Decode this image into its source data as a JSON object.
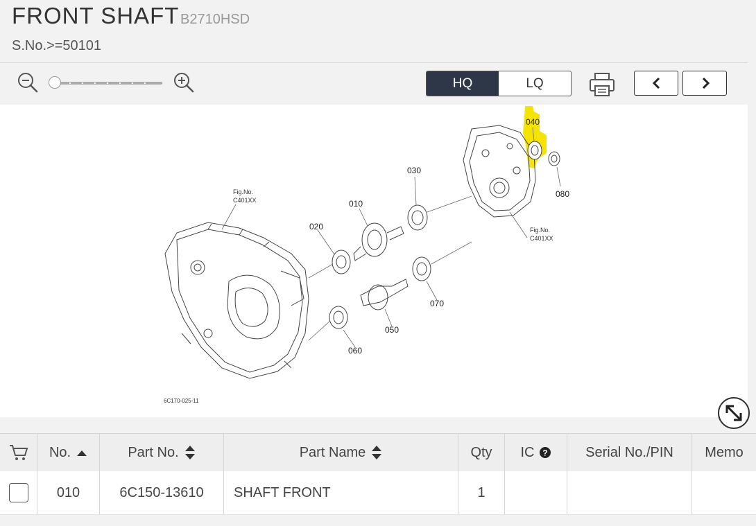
{
  "header": {
    "title": "FRONT SHAFT",
    "model": "B2710HSD",
    "serial": "S.No.>=50101"
  },
  "toolbar": {
    "zoom_level": 0,
    "quality_options": [
      "HQ",
      "LQ"
    ],
    "selected_quality": "HQ"
  },
  "diagram": {
    "figure_code": "6C170-025-11",
    "callouts": [
      "010",
      "020",
      "030",
      "040",
      "050",
      "060",
      "070",
      "080"
    ],
    "highlighted": "040",
    "fig_ref_label": "Fig.No.",
    "fig_ref_code": "C401XX",
    "highlight_color": "#f5e400"
  },
  "table": {
    "headers": {
      "no": "No.",
      "part_no": "Part No.",
      "part_name": "Part Name",
      "qty": "Qty",
      "ic": "IC",
      "serial": "Serial No./PIN",
      "memo": "Memo"
    },
    "rows": [
      {
        "no": "010",
        "part_no": "6C150-13610",
        "part_name": "SHAFT FRONT",
        "qty": "1",
        "ic": "",
        "serial": "",
        "memo": ""
      }
    ]
  },
  "colors": {
    "active_tab": "#2d3748",
    "highlight": "#f5e400"
  }
}
